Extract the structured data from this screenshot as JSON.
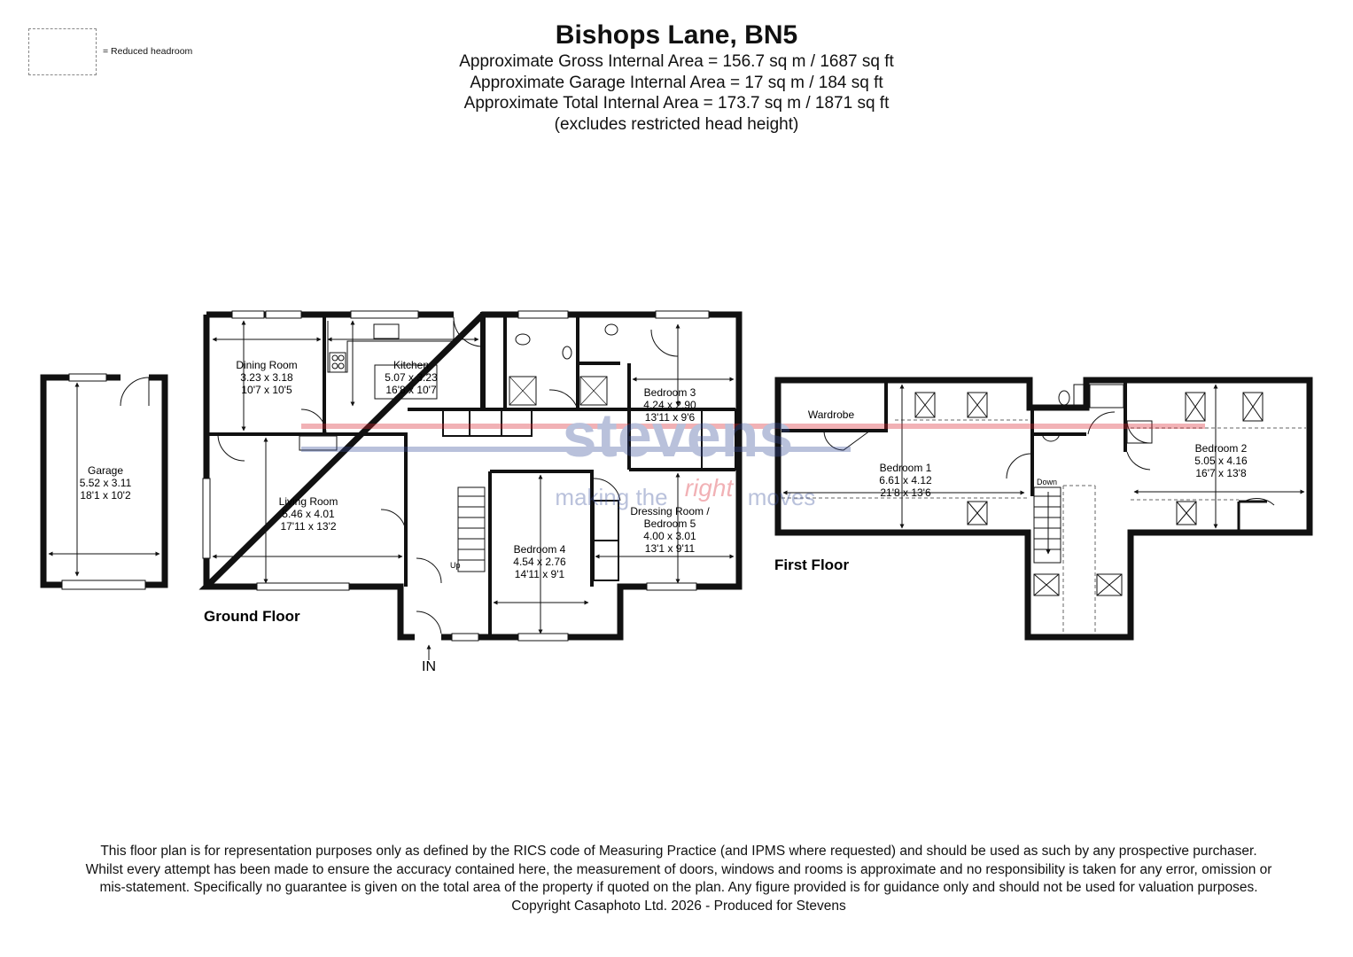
{
  "header": {
    "title": "Bishops Lane, BN5",
    "areas": [
      "Approximate Gross Internal Area = 156.7 sq m / 1687 sq ft",
      "Approximate Garage Internal Area = 17 sq m / 184 sq ft",
      "Approximate Total Internal Area = 173.7 sq m / 1871 sq ft",
      "(excludes restricted head height)"
    ]
  },
  "legend": {
    "label": "= Reduced headroom"
  },
  "garage": {
    "name": "Garage",
    "dim_m": "5.52 x 3.11",
    "dim_ft": "18'1 x 10'2"
  },
  "ground_floor": {
    "label": "Ground Floor",
    "entrance": "IN",
    "stairs_up": "Up",
    "rooms": {
      "dining": {
        "name": "Dining Room",
        "dim_m": "3.23 x 3.18",
        "dim_ft": "10'7 x 10'5"
      },
      "kitchen": {
        "name": "Kitchen",
        "dim_m": "5.07 x 3.23",
        "dim_ft": "16'8 x 10'7"
      },
      "bedroom3": {
        "name": "Bedroom 3",
        "dim_m": "4.24 x 2.90",
        "dim_ft": "13'11 x 9'6"
      },
      "living": {
        "name": "Living Room",
        "dim_m": "5.46 x 4.01",
        "dim_ft": "17'11 x 13'2"
      },
      "dressing_l1": "Dressing Room /",
      "dressing_l2": "Bedroom 5",
      "dressing_dim_m": "4.00 x 3.01",
      "dressing_dim_ft": "13'1 x 9'11",
      "bedroom4": {
        "name": "Bedroom 4",
        "dim_m": "4.54 x 2.76",
        "dim_ft": "14'11 x 9'1"
      }
    }
  },
  "first_floor": {
    "label": "First Floor",
    "stairs_down": "Down",
    "rooms": {
      "wardrobe": {
        "name": "Wardrobe"
      },
      "bedroom1": {
        "name": "Bedroom 1",
        "dim_m": "6.61 x 4.12",
        "dim_ft": "21'8 x 13'6"
      },
      "bedroom2": {
        "name": "Bedroom 2",
        "dim_m": "5.05 x 4.16",
        "dim_ft": "16'7 x 13'8"
      }
    }
  },
  "watermark": {
    "brand": "stevens",
    "tagline_a": "making the",
    "tagline_b": "right",
    "tagline_c": "moves"
  },
  "disclaimer": {
    "text": "This floor plan is for representation purposes only as defined by the RICS code of Measuring Practice (and IPMS where requested) and should be used as such by any prospective purchaser. Whilst every attempt has been made to ensure the accuracy contained here, the measurement of doors, windows and rooms is approximate and no responsibility is taken for any error, omission or mis-statement. Specifically no guarantee is given on the total area of the property if quoted on the plan. Any figure provided is for guidance only and should not be used for valuation purposes.",
    "copyright": "Copyright Casaphoto Ltd. 2026 - Produced for Stevens"
  },
  "colors": {
    "wall": "#111111",
    "watermark_blue": "#3a4f9a",
    "watermark_red": "#d9232e"
  }
}
